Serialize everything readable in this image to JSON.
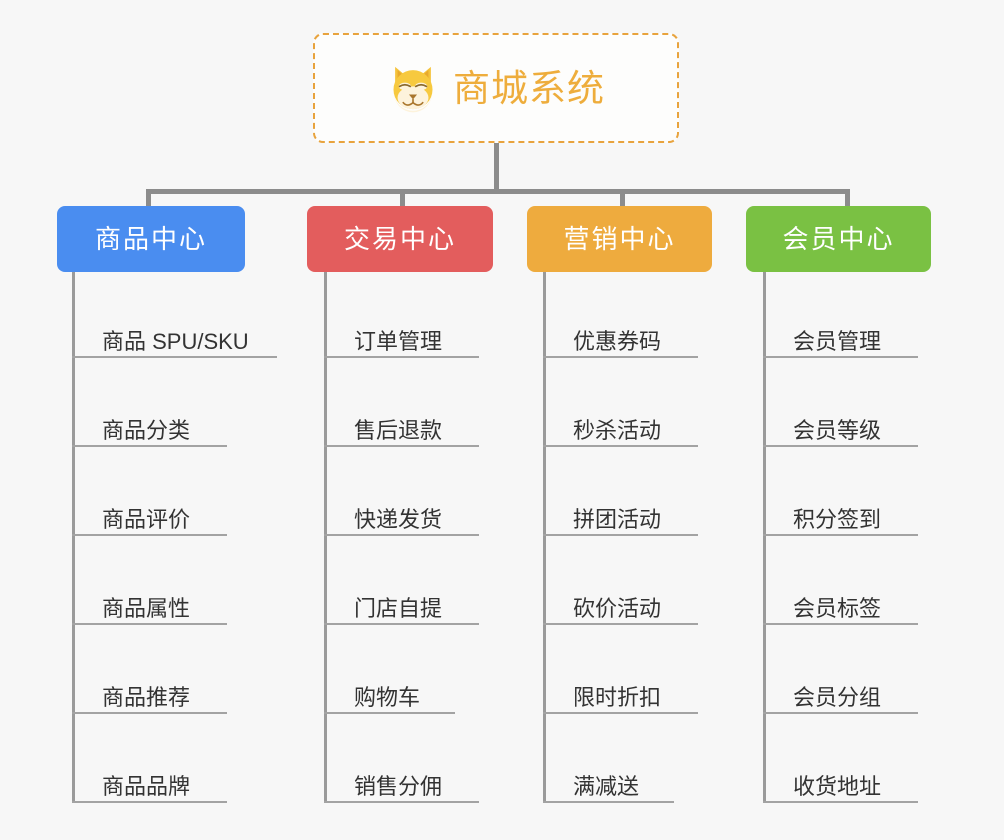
{
  "root": {
    "title": "商城系统",
    "icon": "shiba-dog-icon",
    "border_color": "#e8a33d",
    "text_color": "#eead3c"
  },
  "page": {
    "background": "#f7f7f7",
    "connector_color": "#8c8c8c",
    "trunk_color": "#9a9a9a",
    "leaf_text_color": "#333333",
    "leaf_underline_color": "#a3a3a3"
  },
  "columns": [
    {
      "title": "商品中心",
      "color": "#4a8df0",
      "items": [
        "商品 SPU/SKU",
        "商品分类",
        "商品评价",
        "商品属性",
        "商品推荐",
        "商品品牌"
      ]
    },
    {
      "title": "交易中心",
      "color": "#e35d5d",
      "items": [
        "订单管理",
        "售后退款",
        "快递发货",
        "门店自提",
        "购物车",
        "销售分佣"
      ]
    },
    {
      "title": "营销中心",
      "color": "#eeab3e",
      "items": [
        "优惠券码",
        "秒杀活动",
        "拼团活动",
        "砍价活动",
        "限时折扣",
        "满减送"
      ]
    },
    {
      "title": "会员中心",
      "color": "#7ac143",
      "items": [
        "会员管理",
        "会员等级",
        "积分签到",
        "会员标签",
        "会员分组",
        "收货地址"
      ]
    }
  ]
}
